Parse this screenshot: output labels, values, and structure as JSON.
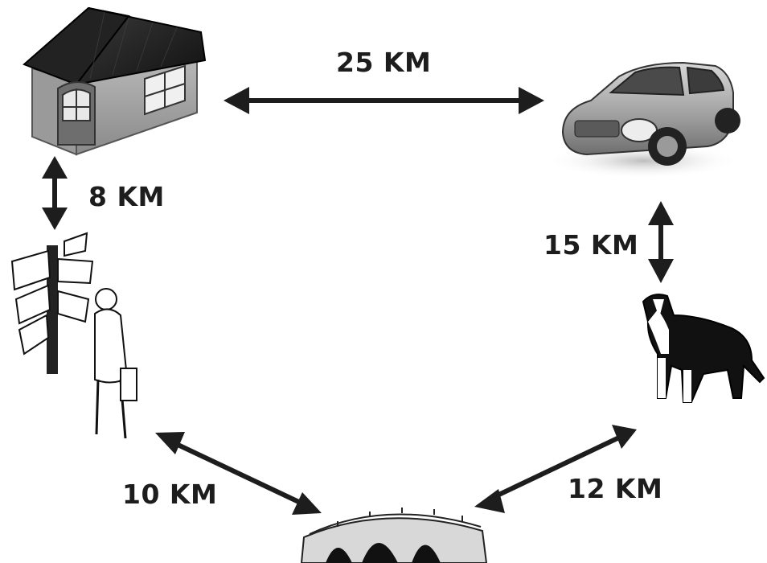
{
  "nodes": {
    "house": {
      "icon": "house-icon"
    },
    "car": {
      "icon": "car-icon"
    },
    "signpost": {
      "icon": "signpost-person-icon"
    },
    "dog": {
      "icon": "dog-icon"
    },
    "bridge": {
      "icon": "bridge-icon"
    }
  },
  "edges": [
    {
      "from": "house",
      "to": "car",
      "label": "25 KM"
    },
    {
      "from": "house",
      "to": "signpost",
      "label": "8 KM"
    },
    {
      "from": "car",
      "to": "dog",
      "label": "15 KM"
    },
    {
      "from": "signpost",
      "to": "bridge",
      "label": "10 KM"
    },
    {
      "from": "dog",
      "to": "bridge",
      "label": "12 KM"
    }
  ]
}
